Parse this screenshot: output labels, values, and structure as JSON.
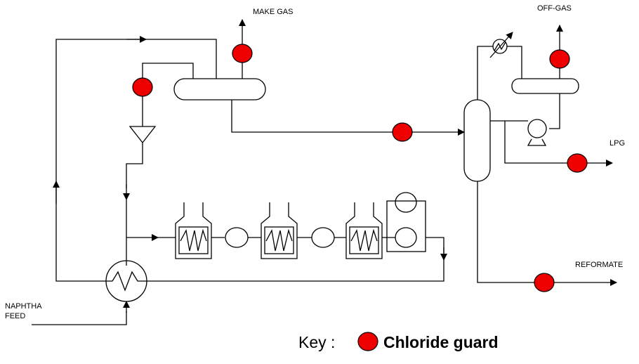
{
  "labels": {
    "make_gas": "MAKE GAS",
    "off_gas": "OFF-GAS",
    "lpg": "LPG",
    "reformate": "REFORMATE",
    "naphtha_line1": "NAPHTHA",
    "naphtha_line2": "FEED"
  },
  "key": {
    "label": "Key :",
    "chloride_guard": "Chloride guard"
  },
  "colors": {
    "chloride_guard": "#ee0000",
    "line": "#000000",
    "background": "#ffffff"
  }
}
